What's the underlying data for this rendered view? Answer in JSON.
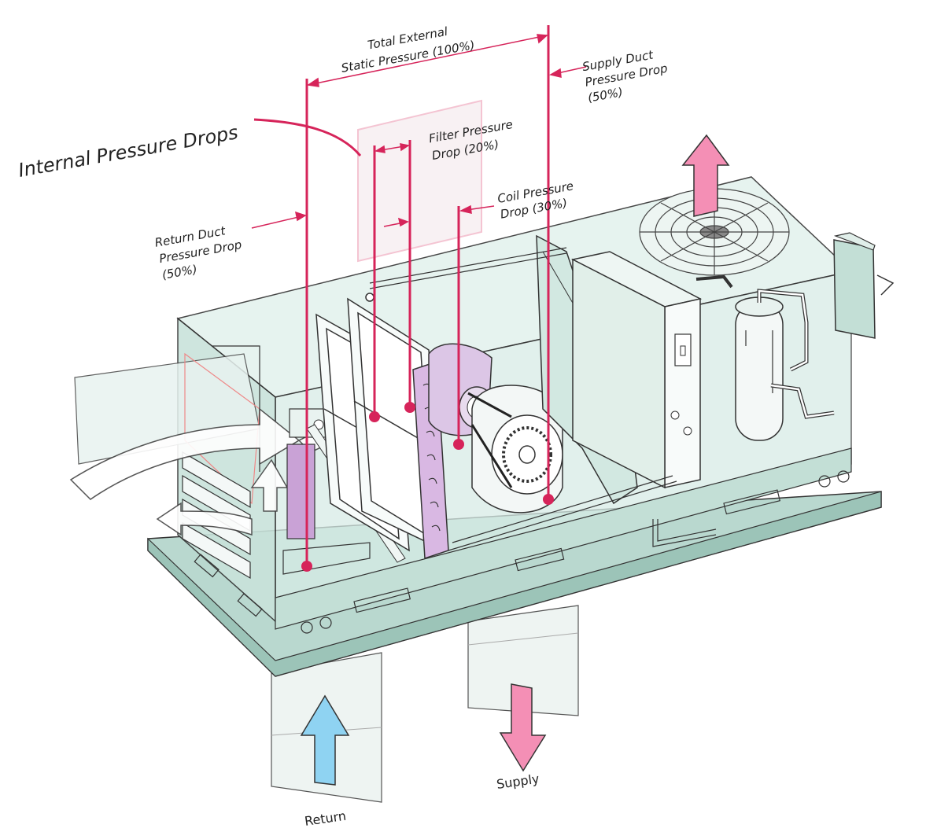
{
  "labels": {
    "total_external_1": "Total External",
    "total_external_2": "Static Pressure (100%)",
    "supply_duct_1": "Supply Duct",
    "supply_duct_2": "Pressure Drop",
    "supply_duct_3": "(50%)",
    "internal": "Internal Pressure Drops",
    "filter_1": "Filter Pressure",
    "filter_2": "Drop (20%)",
    "coil_1": "Coil Pressure",
    "coil_2": "Drop (30%)",
    "return_duct_1": "Return Duct",
    "return_duct_2": "Pressure Drop",
    "return_duct_3": "(50%)",
    "supply": "Supply",
    "return": "Return"
  },
  "colors": {
    "accent": "#d6245a",
    "cabinet": "#d7ece6",
    "cabinet_dark": "#b9d8cf",
    "outline": "#333333",
    "supply_arrow": "#f48fb5",
    "return_arrow": "#8fd3f2",
    "coil": "#c9a2d6"
  }
}
